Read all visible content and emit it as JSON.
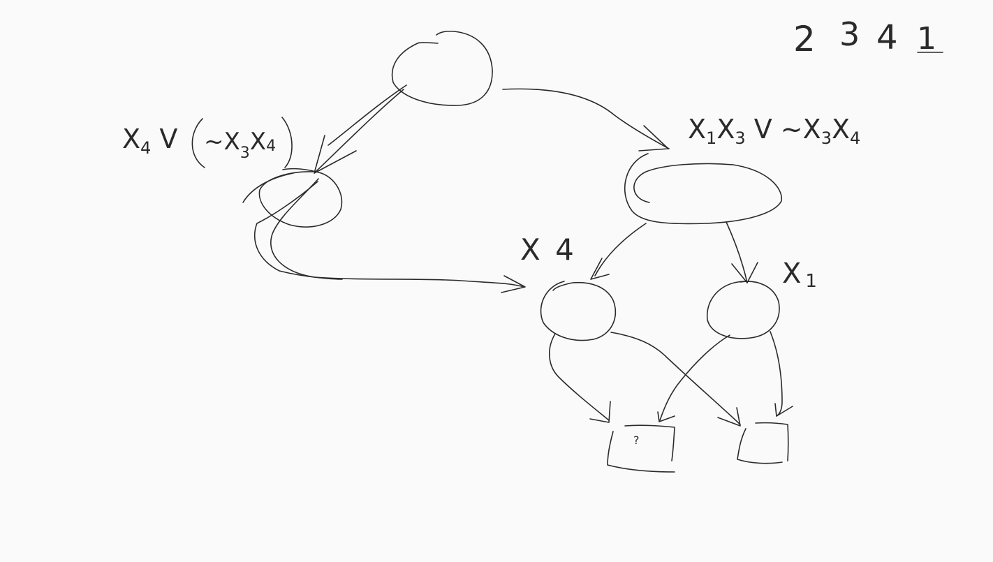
{
  "variable_order": {
    "items": [
      "2",
      "3",
      "4",
      "1"
    ]
  },
  "labels": {
    "left_node_formula": "X4 V (~X3X4)",
    "right_node_formula": "X1X3 V ~X3X4",
    "x4_node": "X4",
    "x1_node": "X1",
    "terminal_left": "?"
  },
  "colors": {
    "background": "#fafafa",
    "ink": "#2a2a2a"
  }
}
